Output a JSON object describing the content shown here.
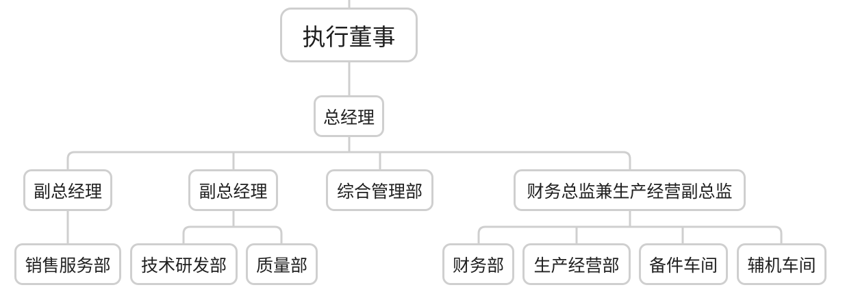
{
  "org_chart": {
    "executive_director": "执行董事",
    "general_manager": "总经理",
    "deputy_gm_1": "副总经理",
    "deputy_gm_2": "副总经理",
    "admin_dept": "综合管理部",
    "cfo_and_production": "财务总监兼生产经营副总监",
    "sales_service_dept": "销售服务部",
    "rnd_dept": "技术研发部",
    "quality_dept": "质量部",
    "finance_dept": "财务部",
    "production_ops_dept": "生产经营部",
    "spare_parts_workshop": "备件车间",
    "auxiliary_machine_workshop": "辅机车间"
  }
}
